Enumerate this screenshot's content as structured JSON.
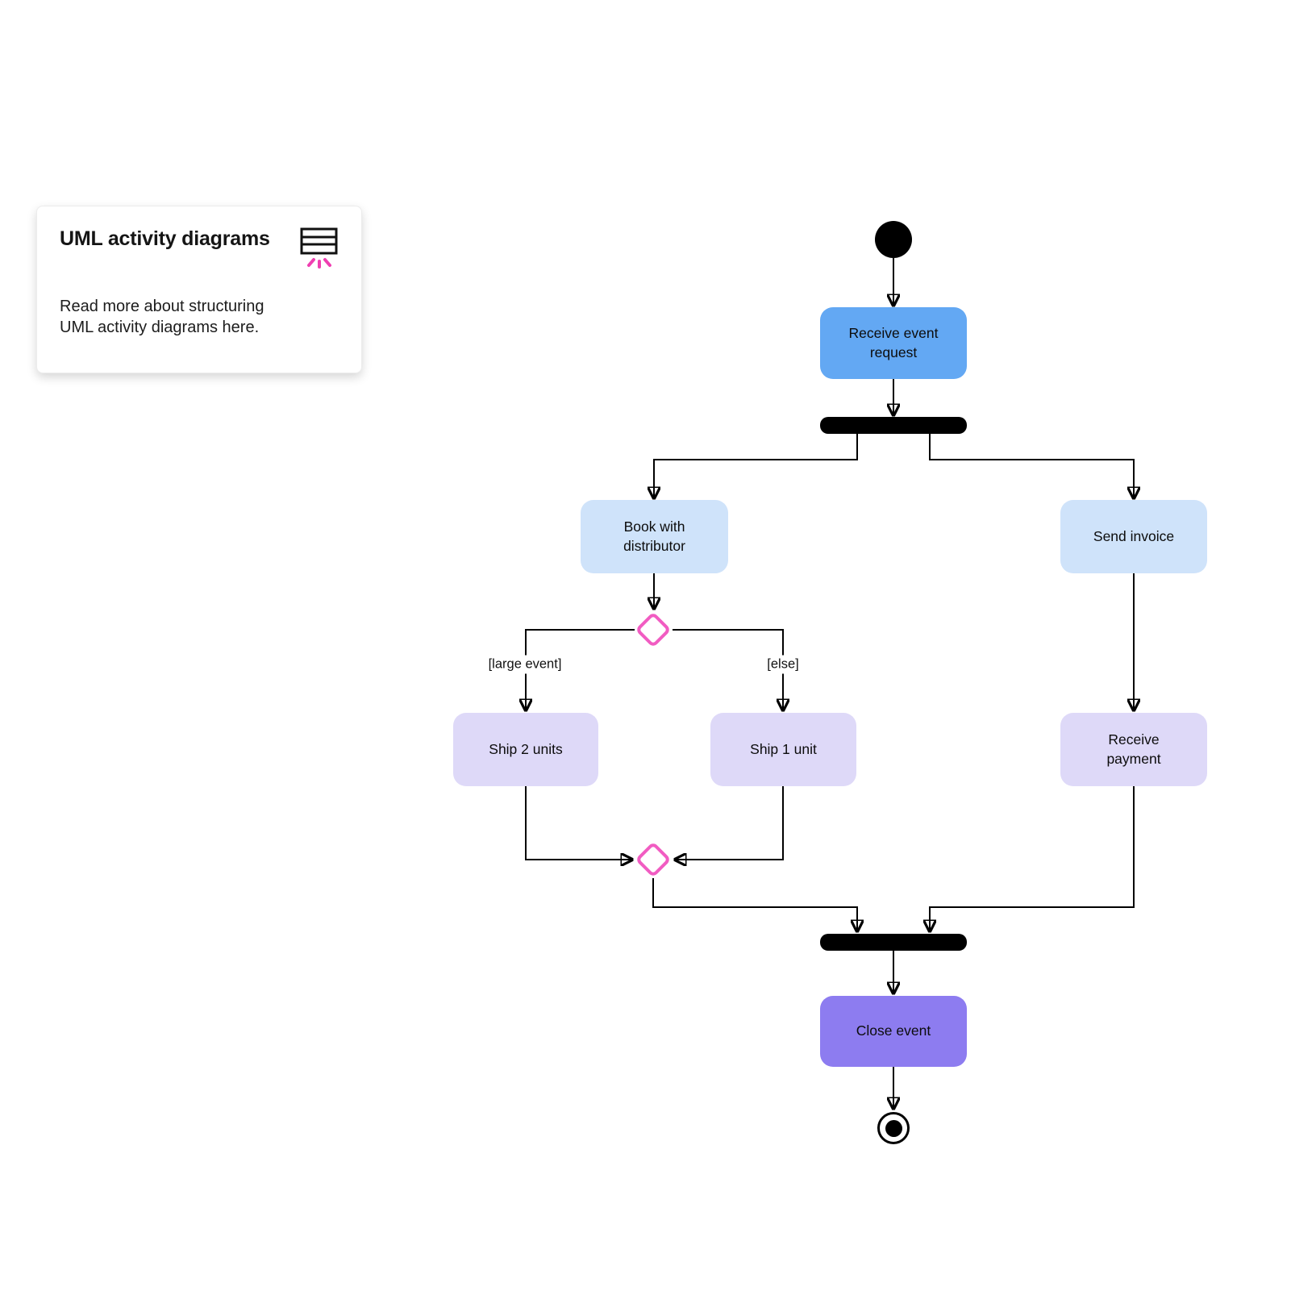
{
  "card": {
    "title": "UML activity diagrams",
    "body": "Read more about structuring UML activity diagrams here.",
    "icon": "document-list-icon",
    "sparkle_color": "#ef3fb1"
  },
  "diagram": {
    "nodes": {
      "receive_event_request": {
        "label": "Receive event\nrequest",
        "color": "#63a8f3"
      },
      "book_with_distributor": {
        "label": "Book with\ndistributor",
        "color": "#cfe3fa"
      },
      "send_invoice": {
        "label": "Send invoice",
        "color": "#cfe3fa"
      },
      "ship_2_units": {
        "label": "Ship 2 units",
        "color": "#ded9f8"
      },
      "ship_1_unit": {
        "label": "Ship 1 unit",
        "color": "#ded9f8"
      },
      "receive_payment": {
        "label": "Receive\npayment",
        "color": "#ded9f8"
      },
      "close_event": {
        "label": "Close event",
        "color": "#8d7cf0"
      }
    },
    "edge_labels": {
      "large_event": "[large event]",
      "else": "[else]"
    },
    "decision_border_color": "#f15cc2",
    "bar_color": "#000000",
    "connector_color": "#000000"
  }
}
